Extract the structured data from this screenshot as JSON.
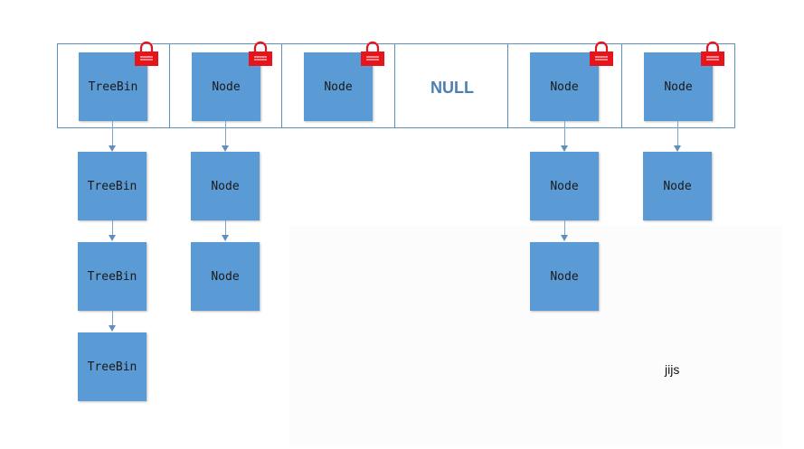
{
  "diagram": {
    "slots": [
      {
        "label": "TreeBin",
        "locked": true
      },
      {
        "label": "Node",
        "locked": true
      },
      {
        "label": "Node",
        "locked": true
      },
      {
        "label": "NULL",
        "locked": false
      },
      {
        "label": "Node",
        "locked": true
      },
      {
        "label": "Node",
        "locked": true
      }
    ],
    "chains": [
      {
        "slot": 0,
        "nodes": [
          "TreeBin",
          "TreeBin",
          "TreeBin"
        ]
      },
      {
        "slot": 1,
        "nodes": [
          "Node",
          "Node"
        ]
      },
      {
        "slot": 4,
        "nodes": [
          "Node",
          "Node"
        ]
      },
      {
        "slot": 5,
        "nodes": [
          "Node"
        ]
      }
    ],
    "watermark": "jijs",
    "colors": {
      "node_fill": "#5b9bd5",
      "slot_border": "#5f8fbe",
      "null_text": "#4a7fb4",
      "lock": "#e8141c"
    }
  }
}
